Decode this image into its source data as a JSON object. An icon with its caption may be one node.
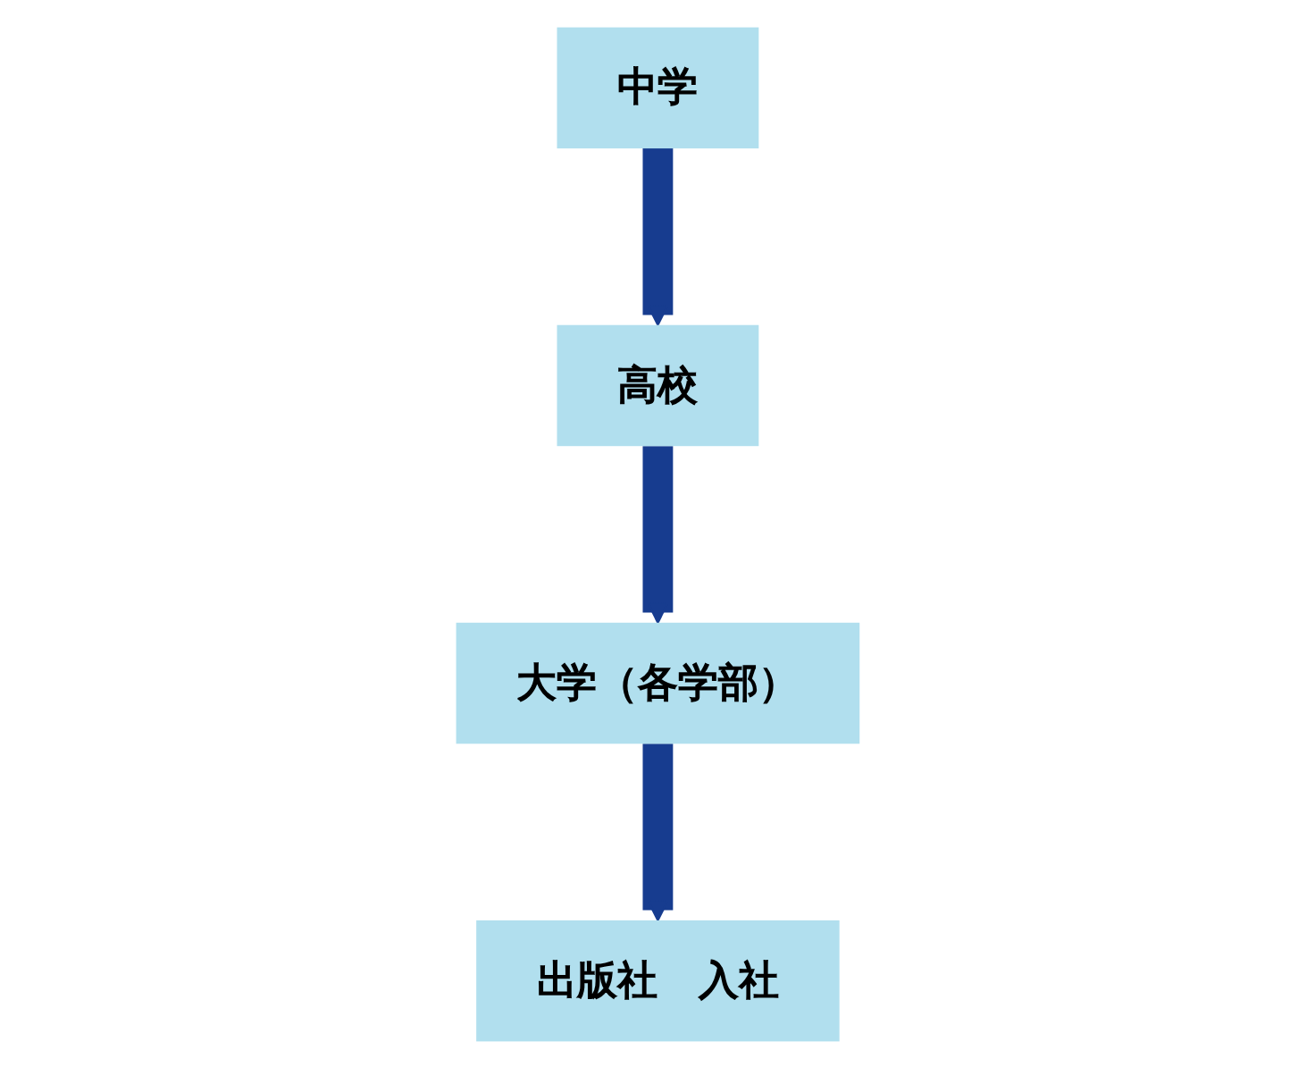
{
  "diagram": {
    "nodes": [
      {
        "text": [
          "中学"
        ]
      },
      {
        "text": [
          "高校"
        ]
      },
      {
        "text": [
          "大学（各学部）"
        ]
      },
      {
        "text": [
          "出版社　入社"
        ]
      }
    ],
    "edges": [
      {
        "from": 0,
        "to": 1,
        "arrow": "to"
      },
      {
        "from": 1,
        "to": 2,
        "arrow": "to"
      },
      {
        "from": 2,
        "to": 3,
        "arrow": "to"
      }
    ]
  }
}
